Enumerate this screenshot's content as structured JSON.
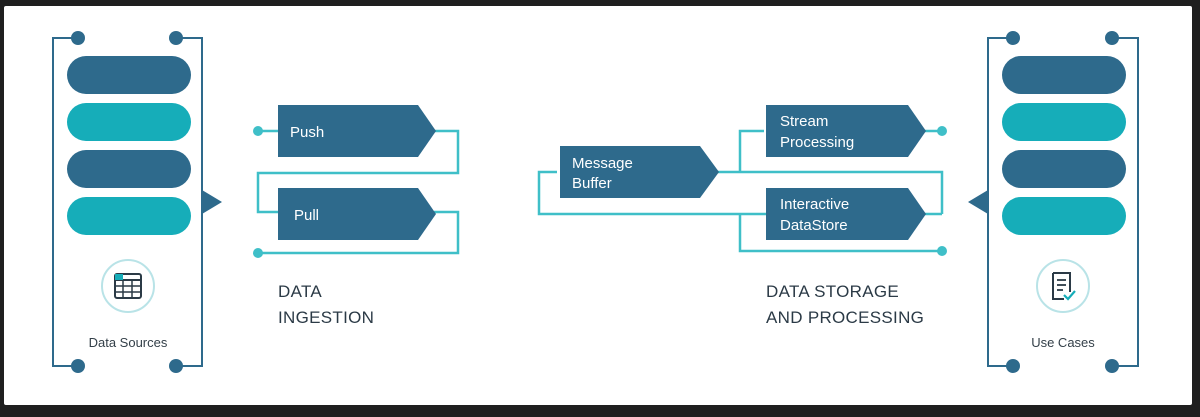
{
  "colors": {
    "dark_blue": "#2e6a8c",
    "teal": "#16adb9",
    "line_teal": "#3fbfc8",
    "section_text": "#2b3a46"
  },
  "sources": {
    "caption": "Data Sources",
    "icon": "spreadsheet-icon"
  },
  "ingestion": {
    "push_label": "Push",
    "pull_label": "Pull",
    "section_line1": "DATA",
    "section_line2": "INGESTION"
  },
  "storage": {
    "buffer_line1": "Message",
    "buffer_line2": "Buffer",
    "stream_line1": "Stream",
    "stream_line2": "Processing",
    "interactive_line1": "Interactive",
    "interactive_line2": "DataStore",
    "section_line1": "DATA STORAGE",
    "section_line2": "AND PROCESSING"
  },
  "usecases": {
    "caption": "Use Cases",
    "icon": "document-check-icon"
  }
}
